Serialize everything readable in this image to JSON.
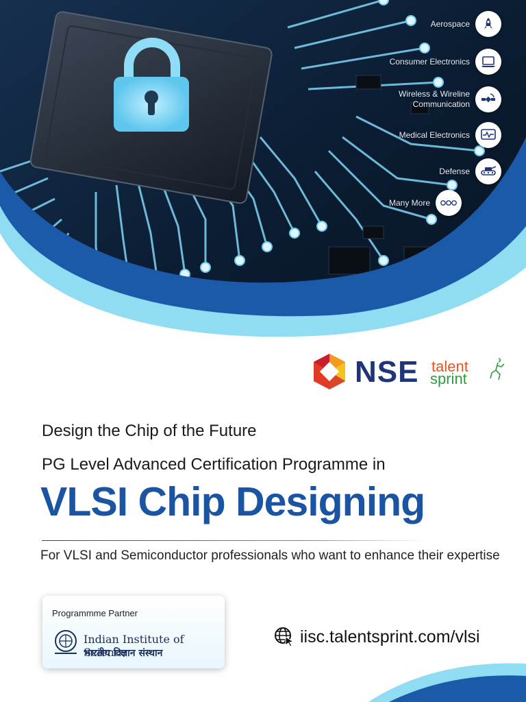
{
  "industries": [
    {
      "label": "Aerospace",
      "icon": "rocket-icon"
    },
    {
      "label": "Consumer Electronics",
      "icon": "laptop-icon"
    },
    {
      "label_line1": "Wireless & Wireline",
      "label_line2": "Communication",
      "icon": "satellite-icon"
    },
    {
      "label": "Medical Electronics",
      "icon": "monitor-icon"
    },
    {
      "label": "Defense",
      "icon": "tank-icon"
    },
    {
      "label": "Many More",
      "icon": "more-dots-icon"
    }
  ],
  "logo": {
    "nse": "NSE",
    "talent": "talent",
    "sprint": "sprint"
  },
  "content": {
    "tagline": "Design the Chip of the Future",
    "programme": "PG Level Advanced Certification Programme in",
    "title": "VLSI Chip Designing",
    "subtitle": "For VLSI and Semiconductor professionals who want to enhance their expertise"
  },
  "partner": {
    "label": "Programmme Partner",
    "name_en": "Indian Institute of Science",
    "name_hi": "भारतीय विज्ञान संस्थान"
  },
  "website": {
    "url": "iisc.talentsprint.com/vlsi",
    "icon": "globe-cursor-icon"
  },
  "colors": {
    "title_blue": "#1a54a3",
    "nse_navy": "#1f3577",
    "talent_orange": "#e8541e",
    "sprint_green": "#2d9c3f",
    "hero_dark": "#0a1a2e",
    "band_blue": "#1a54a3",
    "band_light": "#8fdcf3"
  }
}
